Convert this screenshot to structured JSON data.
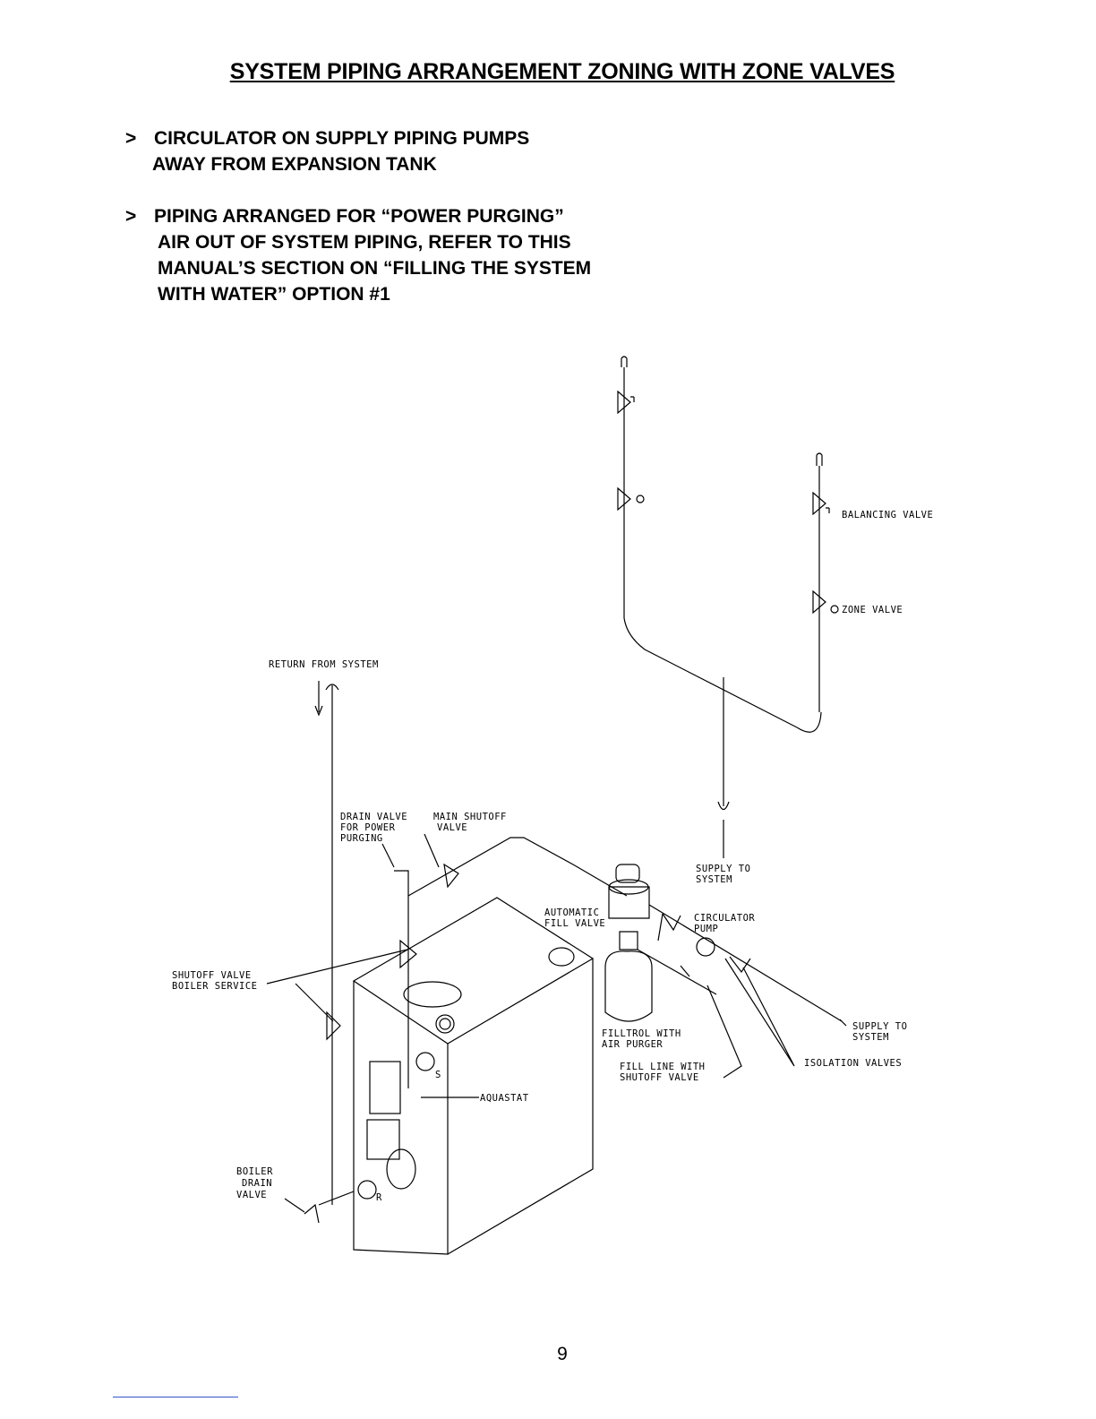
{
  "title": "SYSTEM PIPING ARRANGEMENT ZONING WITH ZONE VALVES",
  "bullets": [
    {
      "mark": ">",
      "lines": [
        "CIRCULATOR ON SUPPLY PIPING PUMPS",
        "AWAY FROM EXPANSION TANK"
      ]
    },
    {
      "mark": ">",
      "lines": [
        "PIPING ARRANGED FOR “POWER PURGING”",
        "AIR OUT OF SYSTEM PIPING, REFER TO THIS",
        "MANUAL’S SECTION ON “FILLING THE SYSTEM",
        "WITH WATER” OPTION #1"
      ]
    }
  ],
  "diagram": {
    "labels": {
      "balancing_valve": "BALANCING VALVE",
      "zone_valve": "ZONE VALVE",
      "return_from_system": "RETURN FROM SYSTEM",
      "drain_valve_1": "DRAIN VALVE",
      "drain_valve_2": "FOR POWER",
      "drain_valve_3": "PURGING",
      "main_shutoff_1": "MAIN SHUTOFF",
      "main_shutoff_2": "VALVE",
      "supply_to_system_top_1": "SUPPLY TO",
      "supply_to_system_top_2": "SYSTEM",
      "automatic_fill_1": "AUTOMATIC",
      "automatic_fill_2": "FILL VALVE",
      "circulator_1": "CIRCULATOR",
      "circulator_2": "PUMP",
      "shutoff_valve_1": "SHUTOFF VALVE",
      "shutoff_valve_2": "BOILER SERVICE",
      "filltrol_1": "FILLTROL WITH",
      "filltrol_2": "AIR PURGER",
      "fill_line_1": "FILL LINE WITH",
      "fill_line_2": "SHUTOFF VALVE",
      "supply_to_system_right_1": "SUPPLY TO",
      "supply_to_system_right_2": "SYSTEM",
      "isolation_valves": "ISOLATION VALVES",
      "aquastat": "AQUASTAT",
      "boiler_drain_1": "BOILER",
      "boiler_drain_2": "DRAIN",
      "boiler_drain_3": "VALVE",
      "port_s": "S",
      "port_r": "R"
    }
  },
  "page_number": "9"
}
